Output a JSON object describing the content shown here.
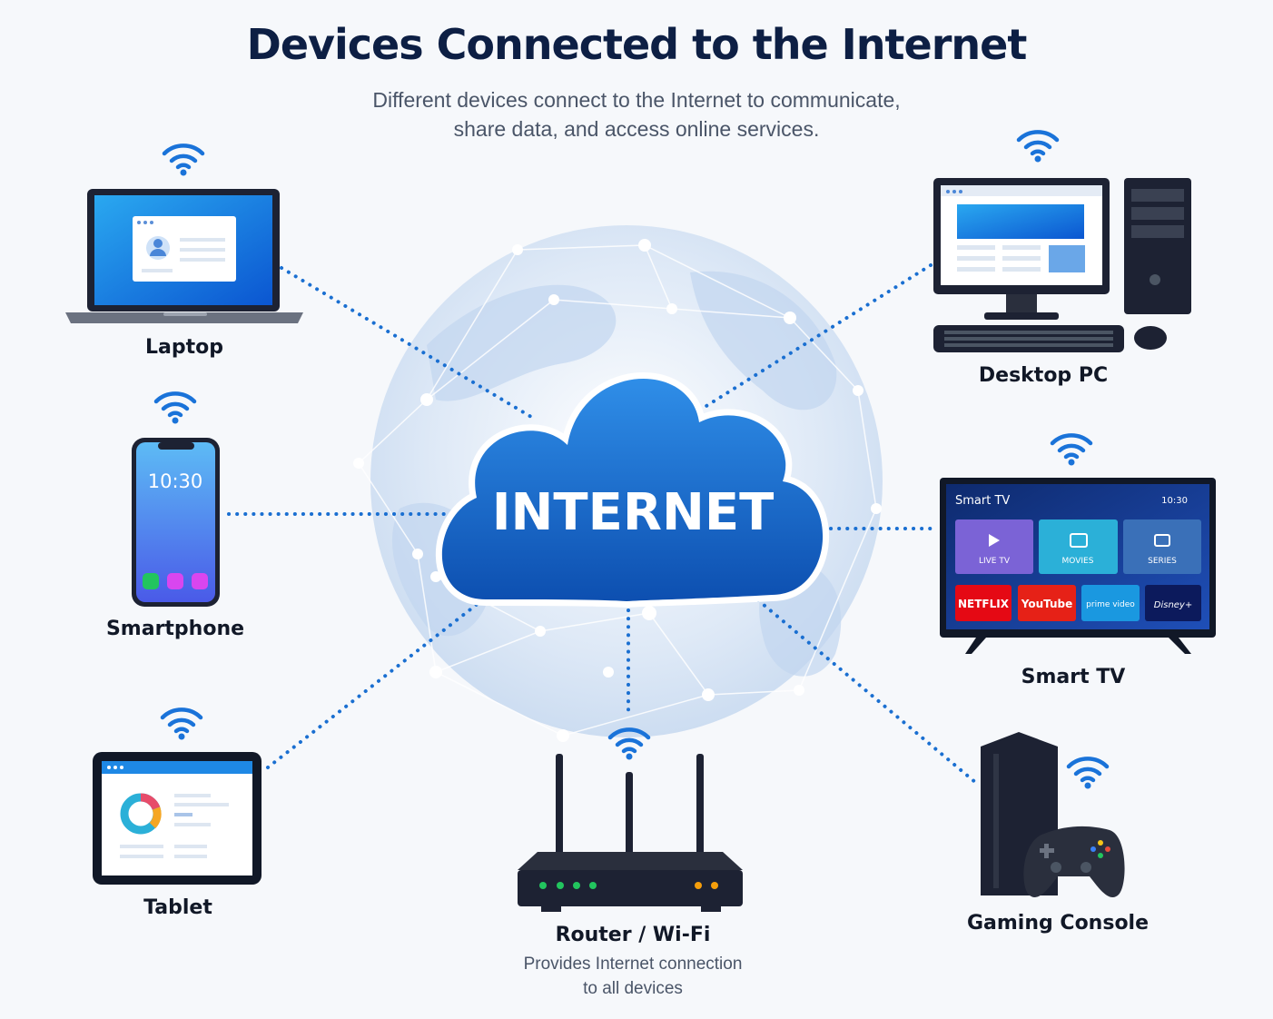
{
  "header": {
    "title": "Devices Connected to the Internet",
    "subtitle_line1": "Different devices connect to the Internet to communicate,",
    "subtitle_line2": "share data, and access online services."
  },
  "hub": {
    "label": "INTERNET"
  },
  "devices": {
    "laptop": {
      "label": "Laptop"
    },
    "desktop": {
      "label": "Desktop PC"
    },
    "smartphone": {
      "label": "Smartphone",
      "clock": "10:30"
    },
    "smart_tv": {
      "label": "Smart TV",
      "screen_title": "Smart TV",
      "screen_time": "10:30",
      "tiles": [
        "LIVE TV",
        "MOVIES",
        "SERIES"
      ],
      "apps": [
        "NETFLIX",
        "YouTube",
        "prime video",
        "Disney+"
      ]
    },
    "tablet": {
      "label": "Tablet"
    },
    "router": {
      "label": "Router / Wi-Fi",
      "caption_line1": "Provides Internet connection",
      "caption_line2": "to all devices"
    },
    "console": {
      "label": "Gaming Console"
    }
  },
  "colors": {
    "accent": "#1a73d9",
    "cloud": "#1565c0",
    "title": "#0d1f44",
    "connection": "#1a6fd1"
  }
}
